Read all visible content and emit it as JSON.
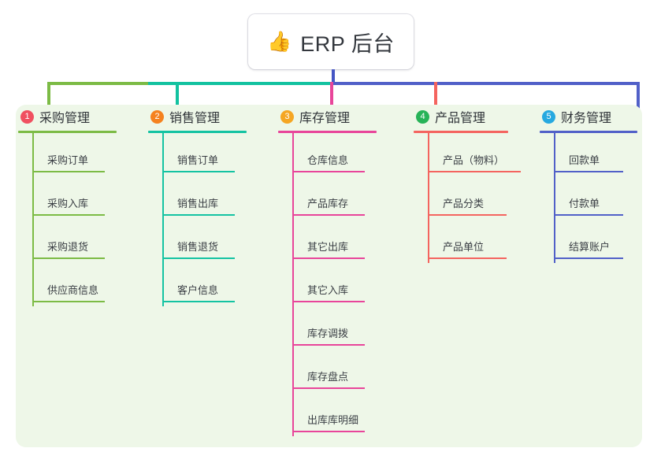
{
  "root": {
    "icon": "thumbs-up-icon",
    "emoji": "👍",
    "title": "ERP 后台"
  },
  "theme": {
    "canvas_bg": "#eef7e8",
    "root_bg": "#ffffff",
    "stem_color": "#4556c4",
    "text_color": "#3b3f45"
  },
  "columns": [
    {
      "number": "1",
      "title": "采购管理",
      "line_color": "#7cbb45",
      "badge_color": "#f05060",
      "rule_width": 125,
      "leaf_rule_width": 92,
      "items": [
        {
          "label": "采购订单"
        },
        {
          "label": "采购入库"
        },
        {
          "label": "采购退货"
        },
        {
          "label": "供应商信息"
        }
      ]
    },
    {
      "number": "2",
      "title": "销售管理",
      "line_color": "#14c3a2",
      "badge_color": "#f5821f",
      "rule_width": 125,
      "leaf_rule_width": 92,
      "items": [
        {
          "label": "销售订单"
        },
        {
          "label": "销售出库"
        },
        {
          "label": "销售退货"
        },
        {
          "label": "客户信息"
        }
      ]
    },
    {
      "number": "3",
      "title": "库存管理",
      "line_color": "#e8459a",
      "badge_color": "#f5a623",
      "rule_width": 125,
      "leaf_rule_width": 92,
      "items": [
        {
          "label": "仓库信息"
        },
        {
          "label": "产品库存"
        },
        {
          "label": "其它出库"
        },
        {
          "label": "其它入库"
        },
        {
          "label": "库存调拨"
        },
        {
          "label": "库存盘点"
        },
        {
          "label": "出库库明细"
        }
      ]
    },
    {
      "number": "4",
      "title": "产品管理",
      "line_color": "#f4645f",
      "badge_color": "#27b358",
      "rule_width": 120,
      "leaf_rule_width": 100,
      "items": [
        {
          "label": "产品（物料）"
        },
        {
          "label": "产品分类"
        },
        {
          "label": "产品单位"
        }
      ]
    },
    {
      "number": "5",
      "title": "财务管理",
      "line_color": "#5160c8",
      "badge_color": "#26a9e0",
      "rule_width": 124,
      "leaf_rule_width": 88,
      "items": [
        {
          "label": "回款单"
        },
        {
          "label": "付款单"
        },
        {
          "label": "结算账户"
        }
      ]
    }
  ]
}
